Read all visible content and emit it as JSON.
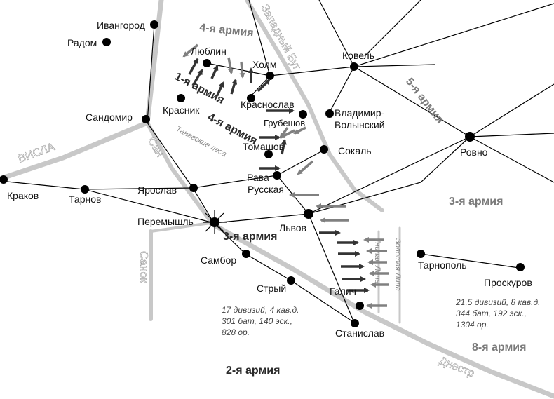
{
  "cities": [
    {
      "id": "ivangorod",
      "name": "Ивангород"
    },
    {
      "id": "radom",
      "name": "Радом"
    },
    {
      "id": "lublin",
      "name": "Люблин"
    },
    {
      "id": "kholm",
      "name": "Холм"
    },
    {
      "id": "kovel",
      "name": "Ковель"
    },
    {
      "id": "krasnik",
      "name": "Красник"
    },
    {
      "id": "krasnostav",
      "name": "Краснослав"
    },
    {
      "id": "sandomir",
      "name": "Сандомир"
    },
    {
      "id": "vladimir",
      "name": "Владимир-"
    },
    {
      "id": "volynsky",
      "name": "Волынский"
    },
    {
      "id": "grubeshov",
      "name": "Грубешов"
    },
    {
      "id": "tomashov",
      "name": "Томашов"
    },
    {
      "id": "sokal",
      "name": "Сокаль"
    },
    {
      "id": "rovno",
      "name": "Ровно"
    },
    {
      "id": "rava",
      "name": "Рава"
    },
    {
      "id": "russkaya",
      "name": "Русская"
    },
    {
      "id": "krakov",
      "name": "Краков"
    },
    {
      "id": "tarnov",
      "name": "Тарнов"
    },
    {
      "id": "yaroslav",
      "name": "Ярослав"
    },
    {
      "id": "peremyshl",
      "name": "Перемышль"
    },
    {
      "id": "lvov",
      "name": "Львов"
    },
    {
      "id": "sambor",
      "name": "Самбор"
    },
    {
      "id": "stryy",
      "name": "Стрый"
    },
    {
      "id": "galich",
      "name": "Галич"
    },
    {
      "id": "stanislav",
      "name": "Станислав"
    },
    {
      "id": "ternopol",
      "name": "Тарнополь"
    },
    {
      "id": "proskurov",
      "name": "Проскуров"
    }
  ],
  "rivers": {
    "zapadny_bug": "Западный Буг",
    "visla": "ВИСЛА",
    "san": "Сан",
    "sanok": "Санок",
    "dnestr": "Днестр",
    "gnilaya_lipa": "Гнилая Липа",
    "zolotaya_lipa": "Золотая Липа",
    "tanev_forest": "Таневские леса"
  },
  "armies": {
    "a4_top": "4-я армия",
    "a1": "1-я армия",
    "a4_mid": "4-я армия",
    "a5": "5-я армия",
    "a3_east": "3-я армия",
    "a3_west": "3-я армия",
    "a2": "2-я армия",
    "a8": "8-я армия"
  },
  "notes": {
    "austria_line1": "17 дивизий, 4 кав.д.",
    "austria_line2": "301 бат, 140 эск.,",
    "austria_line3": "828 ор.",
    "russia_line1": "21,5 дивизий, 8 кав.д.",
    "russia_line2": "344 бат, 192 эск.,",
    "russia_line3": "1304 ор."
  },
  "colors": {
    "river": "#c8c8c8",
    "road": "#000000",
    "arrow_dark": "#333333",
    "arrow_grey": "#808080",
    "army_grey": "#7a7a7a"
  }
}
